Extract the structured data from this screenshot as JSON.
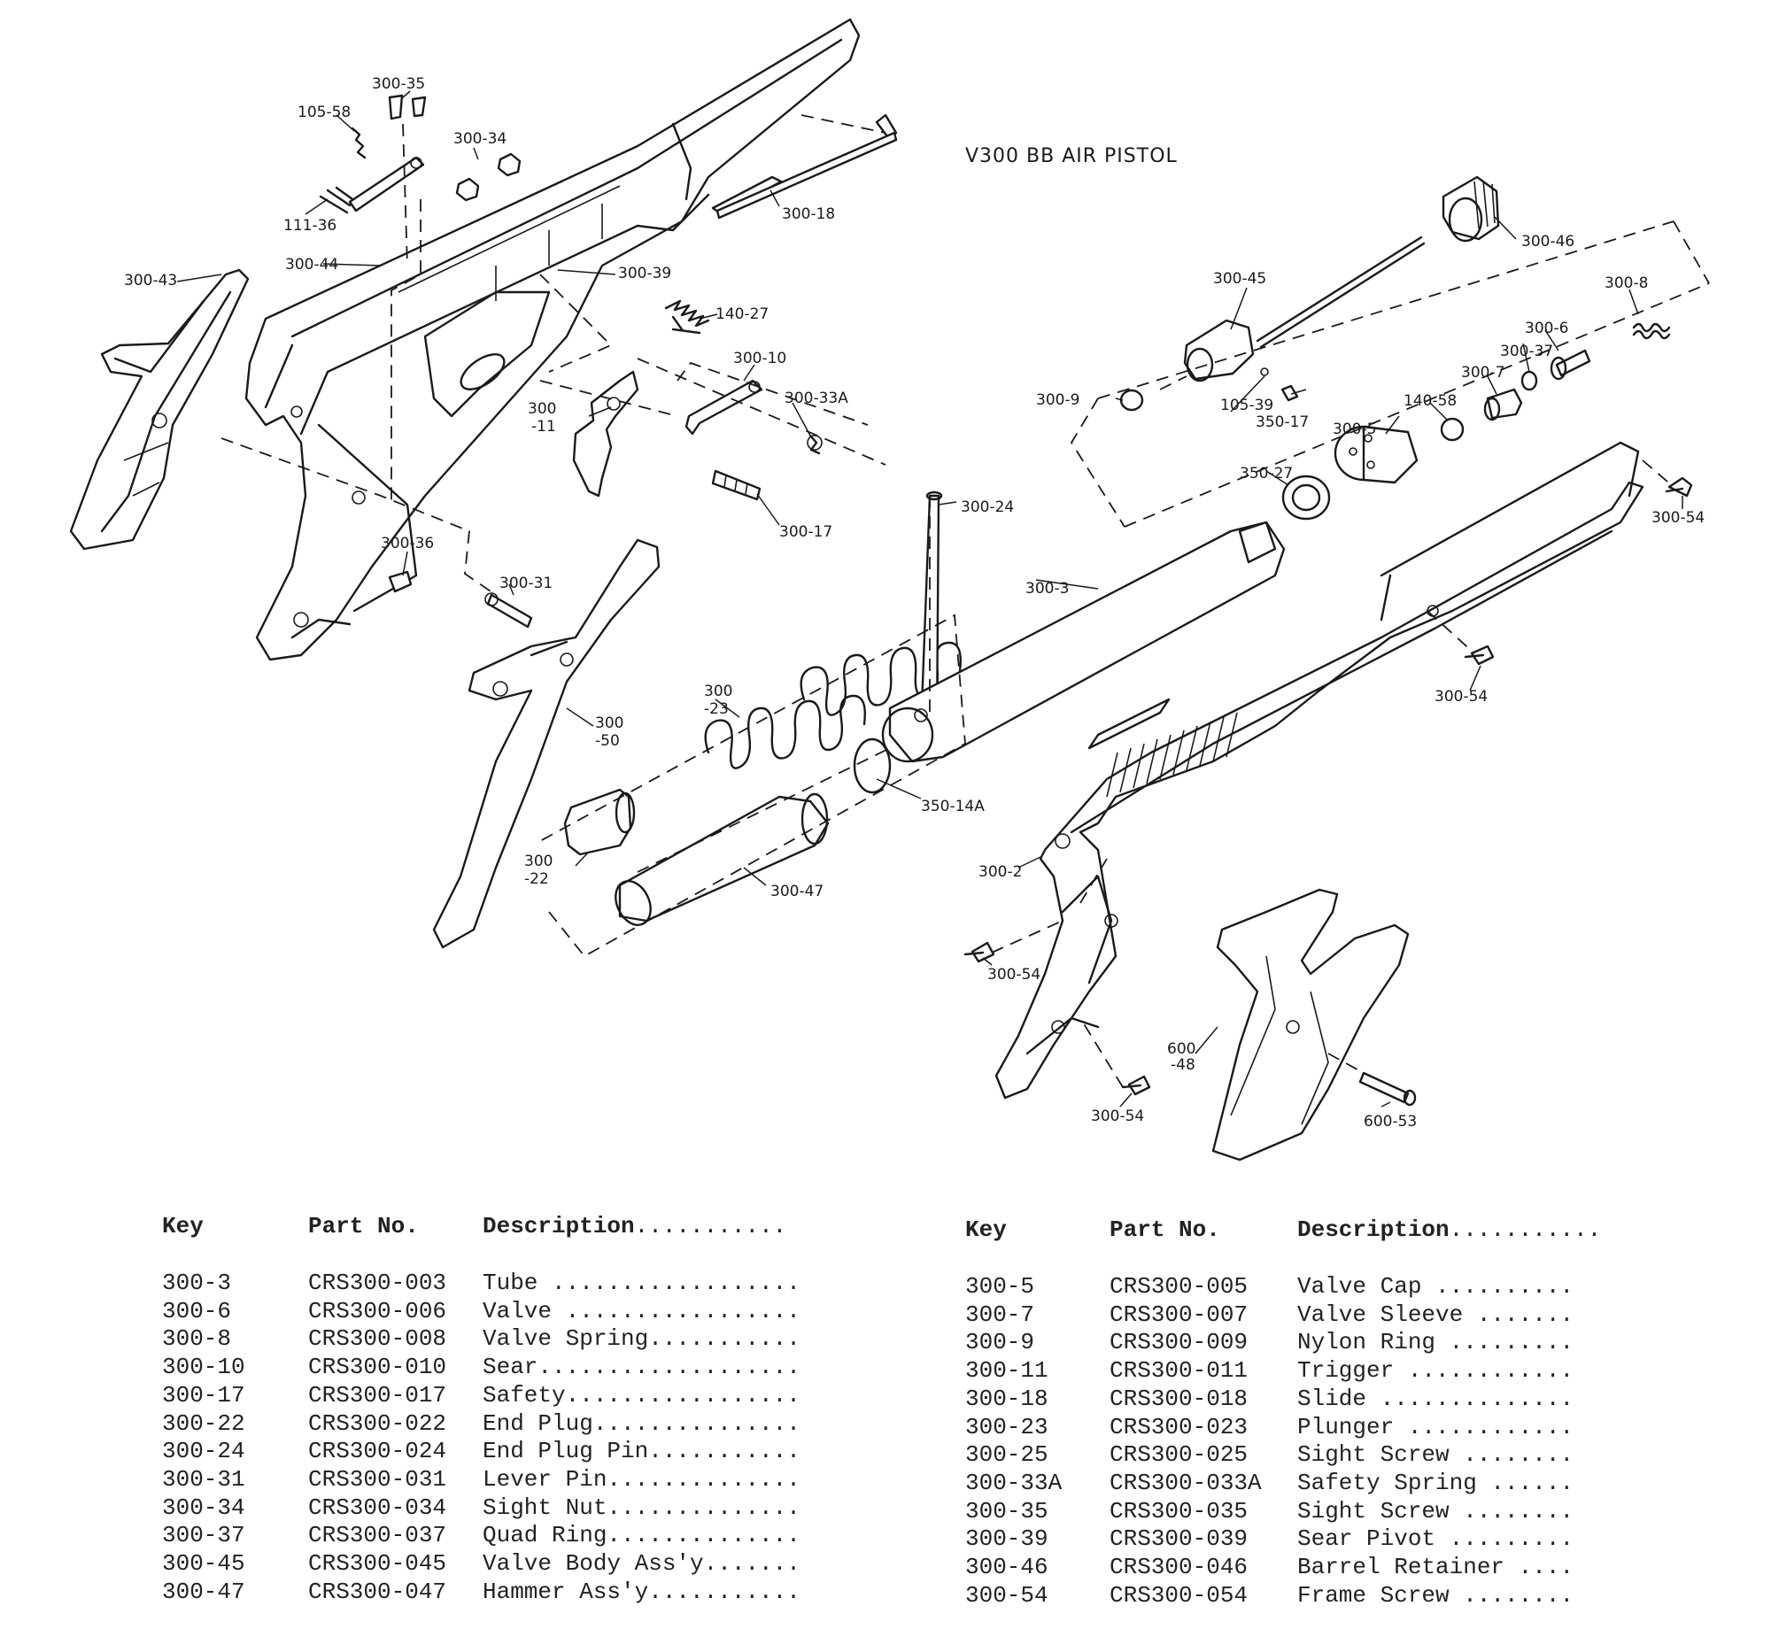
{
  "title": "V300  BB  AIR  PISTOL",
  "headers": {
    "key": "Key",
    "part": "Part No.",
    "desc": "Description"
  },
  "labels": {
    "l_300_35": "300-35",
    "l_105_58": "105-58",
    "l_300_34": "300-34",
    "l_111_36": "111-36",
    "l_300_44": "300-44",
    "l_300_43": "300-43",
    "l_300_18": "300-18",
    "l_300_39": "300-39",
    "l_140_27": "140-27",
    "l_300_10": "300-10",
    "l_300_33a": "300-33A",
    "l_300_11a": "300",
    "l_300_11b": "-11",
    "l_300_17": "300-17",
    "l_300_36": "300-36",
    "l_300_31": "300-31",
    "l_300_50a": "300",
    "l_300_50b": "-50",
    "l_300_23a": "300",
    "l_300_23b": "-23",
    "l_300_24": "300-24",
    "l_300_3": "300-3",
    "l_350_14a": "350-14A",
    "l_300_22a": "300",
    "l_300_22b": "-22",
    "l_300_47": "300-47",
    "l_300_2": "300-2",
    "l_300_45": "300-45",
    "l_300_46": "300-46",
    "l_300_8": "300-8",
    "l_300_6": "300-6",
    "l_300_37": "300-37",
    "l_300_7": "300-7",
    "l_300_9": "300-9",
    "l_105_39": "105-39",
    "l_350_17": "350-17",
    "l_140_58": "140-58",
    "l_300_5": "300-5",
    "l_350_27": "350-27",
    "l_300_54a": "300-54",
    "l_300_54b": "300-54",
    "l_300_54c": "300-54",
    "l_300_54d": "300-54",
    "l_600_48a": "600",
    "l_600_48b": "-48",
    "l_600_53": "600-53"
  },
  "parts_left": [
    {
      "key": "300-3",
      "part": "CRS300-003",
      "desc": "Tube .................."
    },
    {
      "key": "300-6",
      "part": "CRS300-006",
      "desc": "Valve ................."
    },
    {
      "key": "300-8",
      "part": "CRS300-008",
      "desc": "Valve Spring..........."
    },
    {
      "key": "300-10",
      "part": "CRS300-010",
      "desc": "Sear..................."
    },
    {
      "key": "300-17",
      "part": "CRS300-017",
      "desc": "Safety................."
    },
    {
      "key": "300-22",
      "part": "CRS300-022",
      "desc": "End Plug..............."
    },
    {
      "key": "300-24",
      "part": "CRS300-024",
      "desc": "End Plug Pin..........."
    },
    {
      "key": "300-31",
      "part": "CRS300-031",
      "desc": "Lever Pin.............."
    },
    {
      "key": "300-34",
      "part": "CRS300-034",
      "desc": "Sight Nut.............."
    },
    {
      "key": "300-37",
      "part": "CRS300-037",
      "desc": "Quad Ring.............."
    },
    {
      "key": "300-45",
      "part": "CRS300-045",
      "desc": "Valve Body Ass'y......."
    },
    {
      "key": "300-47",
      "part": "CRS300-047",
      "desc": "Hammer Ass'y..........."
    }
  ],
  "parts_right": [
    {
      "key": "300-5",
      "part": "CRS300-005",
      "desc": "Valve Cap .........."
    },
    {
      "key": "300-7",
      "part": "CRS300-007",
      "desc": "Valve Sleeve ......."
    },
    {
      "key": "300-9",
      "part": "CRS300-009",
      "desc": "Nylon Ring ........."
    },
    {
      "key": "300-11",
      "part": "CRS300-011",
      "desc": "Trigger ............"
    },
    {
      "key": "300-18",
      "part": "CRS300-018",
      "desc": "Slide .............."
    },
    {
      "key": "300-23",
      "part": "CRS300-023",
      "desc": "Plunger ............"
    },
    {
      "key": "300-25",
      "part": "CRS300-025",
      "desc": "Sight Screw ........"
    },
    {
      "key": "300-33A",
      "part": "CRS300-033A",
      "desc": "Safety Spring ......"
    },
    {
      "key": "300-35",
      "part": "CRS300-035",
      "desc": "Sight Screw ........"
    },
    {
      "key": "300-39",
      "part": "CRS300-039",
      "desc": "Sear Pivot ........."
    },
    {
      "key": "300-46",
      "part": "CRS300-046",
      "desc": "Barrel Retainer ...."
    },
    {
      "key": "300-54",
      "part": "CRS300-054",
      "desc": "Frame Screw ........"
    }
  ],
  "dots_header": "..........."
}
